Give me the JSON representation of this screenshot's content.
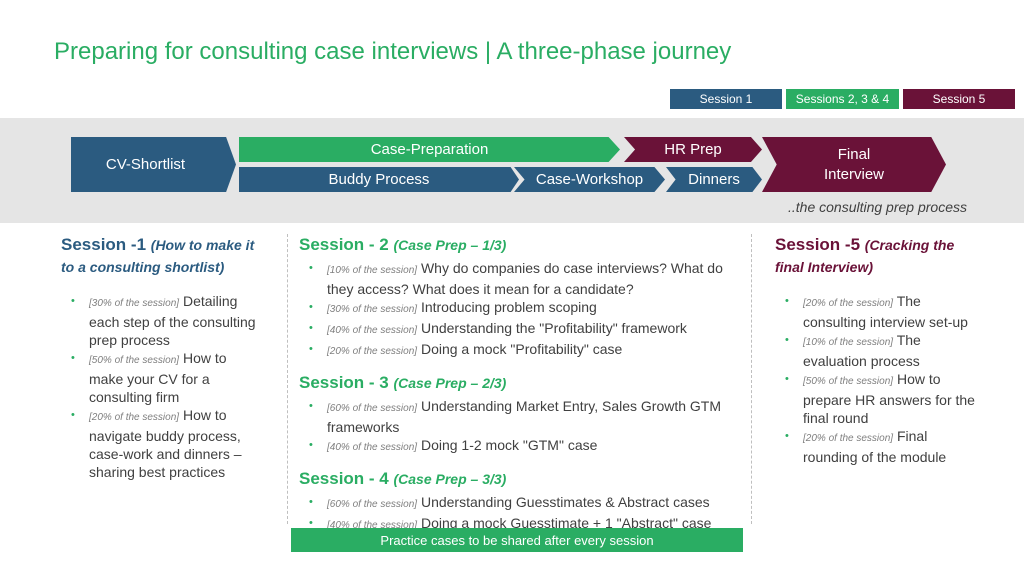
{
  "title": "Preparing for consulting case interviews | A three-phase journey",
  "legend": [
    {
      "label": "Session 1",
      "color": "#2b5b80"
    },
    {
      "label": "Sessions 2, 3 & 4",
      "color": "#2aad63"
    },
    {
      "label": "Session 5",
      "color": "#6a1238"
    }
  ],
  "journey": {
    "cv_shortlist": "CV-Shortlist",
    "case_preparation": "Case-Preparation",
    "hr_prep": "HR Prep",
    "buddy_process": "Buddy Process",
    "case_workshop": "Case-Workshop",
    "dinners": "Dinners",
    "final_line1": "Final",
    "final_line2": "Interview",
    "caption": "..the consulting prep process"
  },
  "colors": {
    "blue": "#2b5b80",
    "green": "#2aad63",
    "maroon": "#6a1238",
    "band": "#e5e5e5"
  },
  "session1": {
    "heading": "Session -1",
    "subtitle": "(How to make it to a consulting shortlist)",
    "items": [
      {
        "pct": "[30% of the session]",
        "text": "Detailing each step of the consulting prep process"
      },
      {
        "pct": "[50% of the session]",
        "text": "How to make your CV for a consulting firm"
      },
      {
        "pct": "[20% of the session]",
        "text": "How to navigate buddy process, case-work and dinners – sharing best practices"
      }
    ]
  },
  "session2": {
    "heading": "Session - 2",
    "subtitle": "(Case Prep – 1/3)",
    "items": [
      {
        "pct": "[10% of the session]",
        "text": "Why do companies do case interviews? What do they access? What does it mean for a candidate?"
      },
      {
        "pct": "[30% of the session]",
        "text": "Introducing problem scoping"
      },
      {
        "pct": "[40% of the session]",
        "text": "Understanding the \"Profitability\" framework"
      },
      {
        "pct": "[20% of the session]",
        "text": "Doing a mock \"Profitability\" case"
      }
    ]
  },
  "session3": {
    "heading": "Session - 3",
    "subtitle": "(Case Prep – 2/3)",
    "items": [
      {
        "pct": "[60% of the session]",
        "text": "Understanding Market Entry, Sales Growth GTM frameworks"
      },
      {
        "pct": "[40% of the session]",
        "text": "Doing 1-2 mock \"GTM\" case"
      }
    ]
  },
  "session4": {
    "heading": "Session - 4",
    "subtitle": "(Case Prep – 3/3)",
    "items": [
      {
        "pct": "[60% of the session]",
        "text": "Understanding Guesstimates & Abstract cases"
      },
      {
        "pct": "[40% of the session]",
        "text": "Doing a mock Guesstimate + 1 \"Abstract\" case"
      }
    ]
  },
  "session5": {
    "heading": "Session -5",
    "subtitle": "(Cracking the final Interview)",
    "items": [
      {
        "pct": "[20% of the session]",
        "text": "The consulting interview set-up"
      },
      {
        "pct": "[10% of the session]",
        "text": "The evaluation process"
      },
      {
        "pct": "[50% of the session]",
        "text": "How to prepare HR answers for the final round"
      },
      {
        "pct": "[20% of the session]",
        "text": "Final rounding of the module"
      }
    ]
  },
  "practice_banner": "Practice cases to be shared after every session"
}
